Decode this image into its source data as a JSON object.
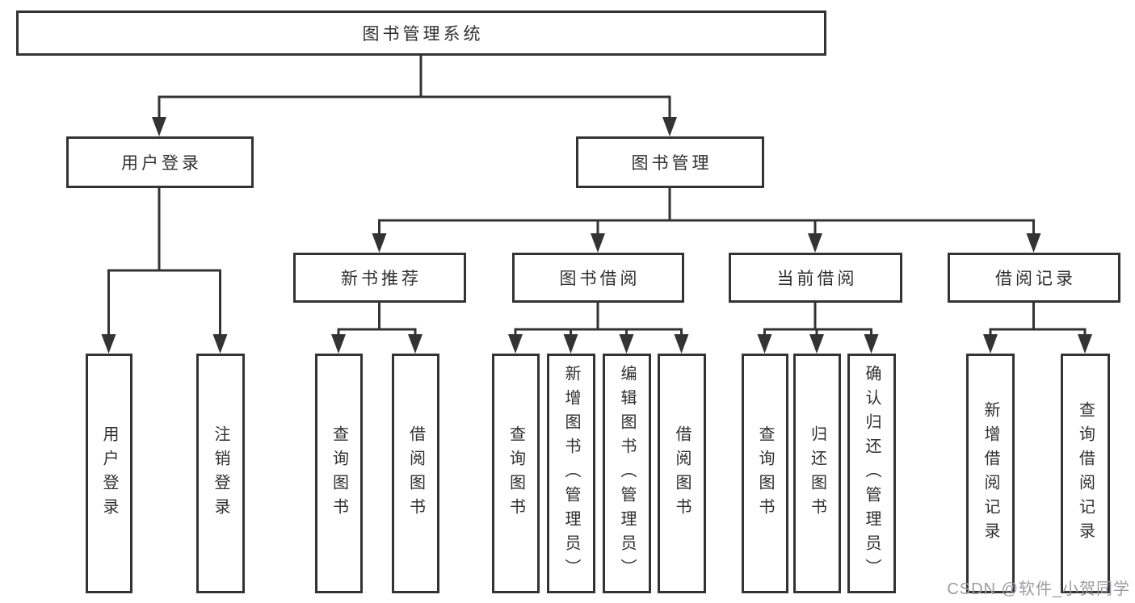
{
  "diagram": {
    "root": {
      "label": "图书管理系统"
    },
    "level1": [
      {
        "label": "用户登录"
      },
      {
        "label": "图书管理"
      }
    ],
    "level2": [
      {
        "label": "新书推荐"
      },
      {
        "label": "图书借阅"
      },
      {
        "label": "当前借阅"
      },
      {
        "label": "借阅记录"
      }
    ],
    "leaves": [
      {
        "label": "用户登录"
      },
      {
        "label": "注销登录"
      },
      {
        "label": "查询图书"
      },
      {
        "label": "借阅图书"
      },
      {
        "label": "查询图书"
      },
      {
        "label": "新增图书（管理员）"
      },
      {
        "label": "编辑图书（管理员）"
      },
      {
        "label": "借阅图书"
      },
      {
        "label": "查询图书"
      },
      {
        "label": "归还图书"
      },
      {
        "label": "确认归还（管理员）"
      },
      {
        "label": "新增借阅记录"
      },
      {
        "label": "查询借阅记录"
      }
    ]
  },
  "watermark": {
    "text": "CSDN @软件_小贺同学"
  },
  "colors": {
    "line": "#333333",
    "text": "#2f2f2f",
    "watermark": "#9c9ca0",
    "background": "#ffffff"
  }
}
